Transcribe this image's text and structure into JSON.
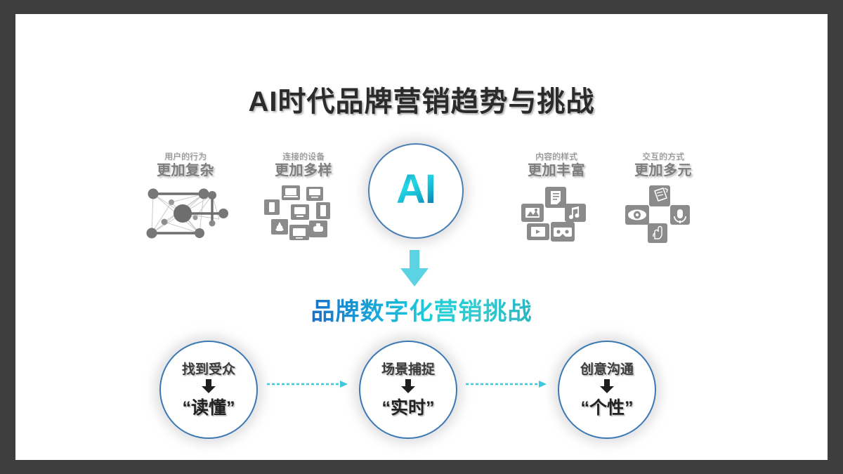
{
  "slide": {
    "title": "AI时代品牌营销趋势与挑战",
    "center_badge": "AI",
    "subtitle": "品牌数字化营销挑战",
    "background_color": "#ffffff",
    "frame_color": "#3e3e3e",
    "accent_cyan": "#4dd0e1",
    "accent_blue": "#3b79b4"
  },
  "features": [
    {
      "small": "用户的行为",
      "big": "更加复杂",
      "icon": "network-graph-icon"
    },
    {
      "small": "连接的设备",
      "big": "更加多样",
      "icon": "devices-cluster-icon"
    },
    {
      "small": "内容的样式",
      "big": "更加丰富",
      "icon": "content-types-icon"
    },
    {
      "small": "交互的方式",
      "big": "更加多元",
      "icon": "interaction-modes-icon"
    }
  ],
  "challenges": [
    {
      "top_label": "找到受众",
      "bottom_label": "“读懂”"
    },
    {
      "top_label": "场景捕捉",
      "bottom_label": "“实时”"
    },
    {
      "top_label": "创意沟通",
      "bottom_label": "“个性”"
    }
  ]
}
